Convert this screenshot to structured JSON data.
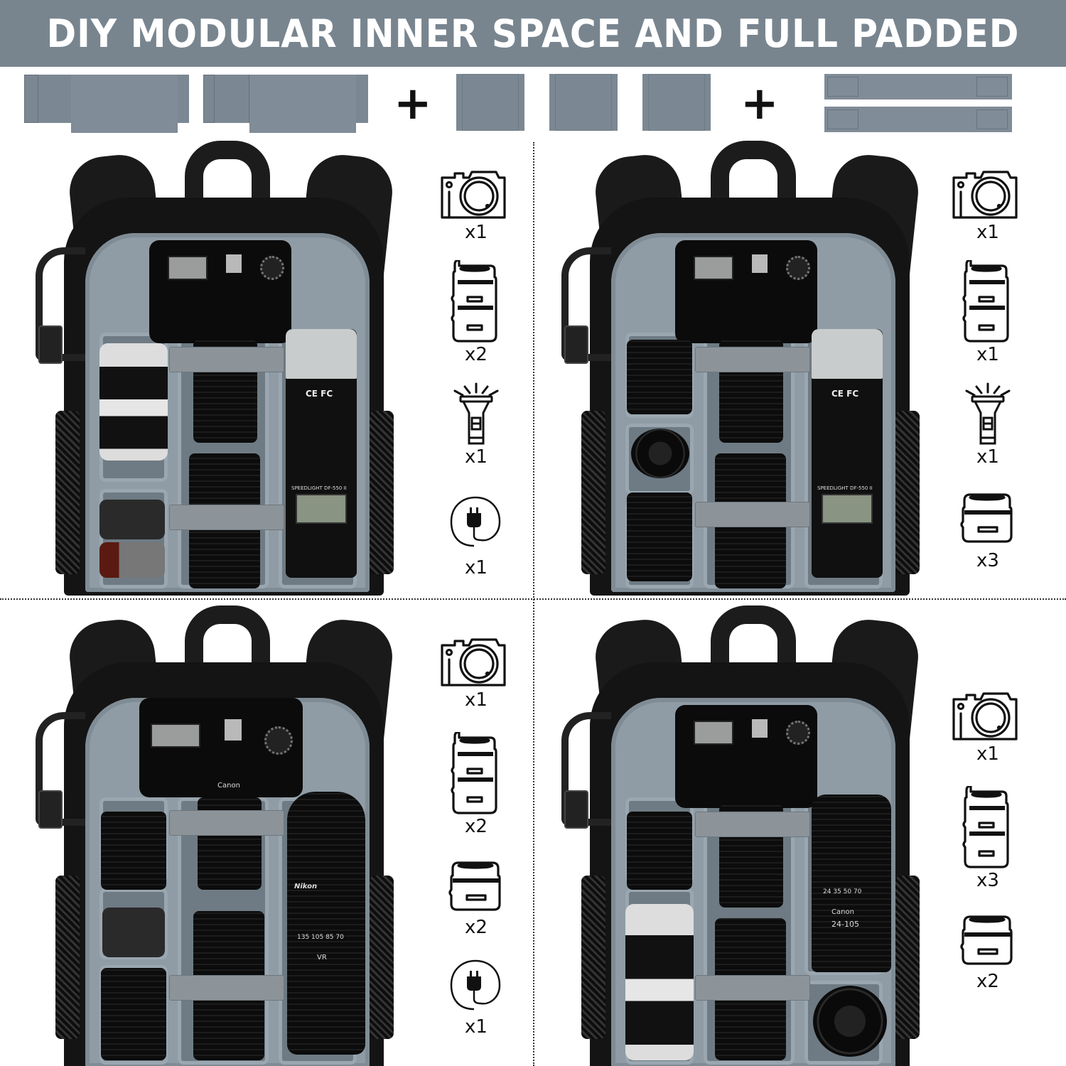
{
  "banner": {
    "title": "DIY MODULAR INNER SPACE AND FULL PADDED",
    "background": "#78858f",
    "text_color": "#ffffff"
  },
  "inserts": {
    "groups": [
      {
        "name": "L-shaped dividers",
        "count": 2
      },
      {
        "name": "straight dividers",
        "count": 3
      },
      {
        "name": "velcro straps",
        "count": 2
      }
    ],
    "separators": [
      "+",
      "+"
    ],
    "color": "#7b8893"
  },
  "panels": [
    {
      "id": "top-left",
      "contents": [
        {
          "icon": "camera-icon",
          "qty": "x1"
        },
        {
          "icon": "zoom-lens-icon",
          "qty": "x2"
        },
        {
          "icon": "flash-icon",
          "qty": "x1"
        },
        {
          "icon": "charger-icon",
          "qty": "x1"
        }
      ],
      "flash_label": "SPEEDLIGHT DF-550 II",
      "flash_marks": "CE FC"
    },
    {
      "id": "top-right",
      "contents": [
        {
          "icon": "camera-icon",
          "qty": "x1"
        },
        {
          "icon": "zoom-lens-icon",
          "qty": "x1"
        },
        {
          "icon": "flash-icon",
          "qty": "x1"
        },
        {
          "icon": "prime-lens-icon",
          "qty": "x3"
        }
      ],
      "flash_label": "SPEEDLIGHT DF-550 II",
      "flash_marks": "CE FC"
    },
    {
      "id": "bottom-left",
      "contents": [
        {
          "icon": "camera-icon",
          "qty": "x1"
        },
        {
          "icon": "zoom-lens-icon",
          "qty": "x2"
        },
        {
          "icon": "prime-lens-icon",
          "qty": "x2"
        },
        {
          "icon": "charger-icon",
          "qty": "x1"
        }
      ],
      "camera_brand": "Canon",
      "lens_brand": "Nikon",
      "lens_scale": "135  105  85  70",
      "lens_mark": "VR"
    },
    {
      "id": "bottom-right",
      "contents": [
        {
          "icon": "camera-icon",
          "qty": "x1"
        },
        {
          "icon": "zoom-lens-icon",
          "qty": "x3"
        },
        {
          "icon": "prime-lens-icon",
          "qty": "x2"
        }
      ],
      "lens_brand": "Canon",
      "lens_model": "24-105",
      "lens_scale": "24  35  50  70"
    }
  ],
  "colors": {
    "interior_padding": "#8f9ca5",
    "backpack_body": "#141414",
    "divider_lines": "#333333"
  }
}
